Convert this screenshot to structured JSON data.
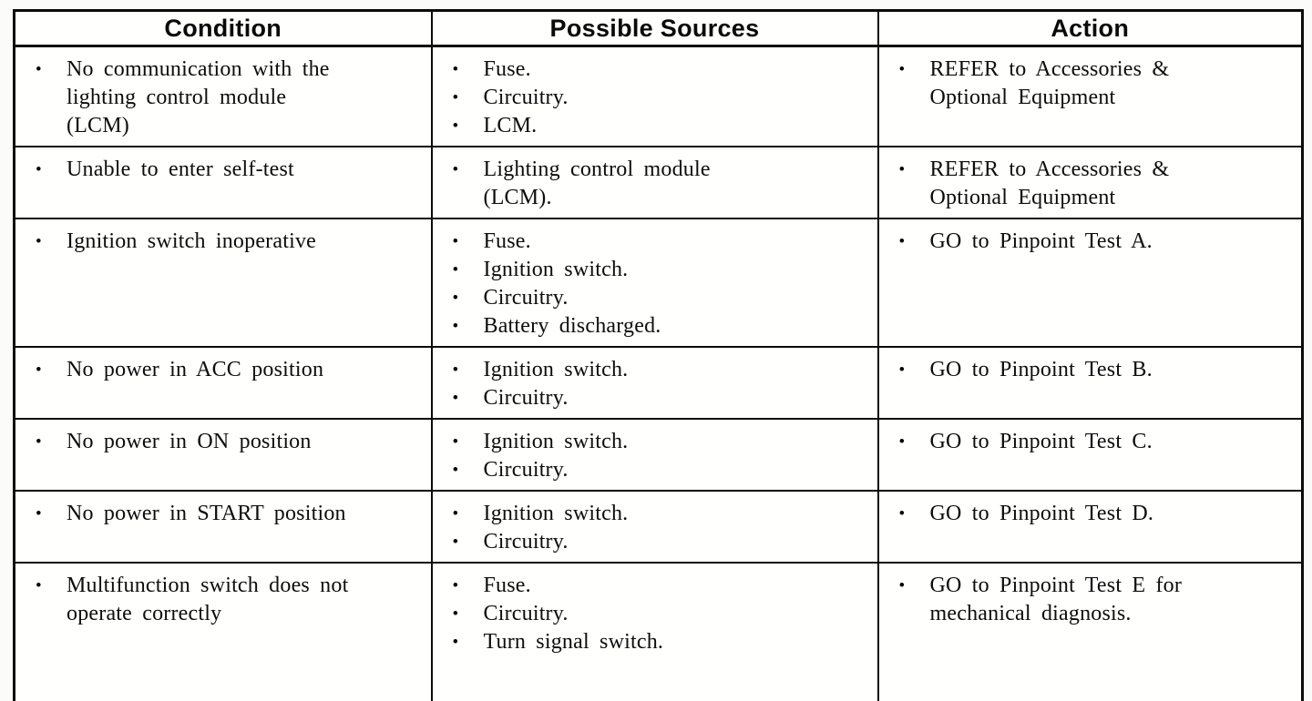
{
  "table": {
    "headers": [
      "Condition",
      "Possible Sources",
      "Action"
    ],
    "rows": [
      {
        "condition": [
          "No communication with the\nlighting control module\n(LCM)"
        ],
        "sources": [
          "Fuse.",
          "Circuitry.",
          "LCM."
        ],
        "action": [
          "REFER to Accessories &\nOptional Equipment"
        ]
      },
      {
        "condition": [
          "Unable to enter self-test"
        ],
        "sources": [
          "Lighting control module\n(LCM)."
        ],
        "action": [
          "REFER to Accessories &\nOptional Equipment"
        ]
      },
      {
        "condition": [
          "Ignition switch inoperative"
        ],
        "sources": [
          "Fuse.",
          "Ignition switch.",
          "Circuitry.",
          "Battery discharged."
        ],
        "action": [
          "GO to Pinpoint Test A."
        ]
      },
      {
        "condition": [
          "No power in ACC position"
        ],
        "sources": [
          "Ignition switch.",
          "Circuitry."
        ],
        "action": [
          "GO to Pinpoint Test B."
        ]
      },
      {
        "condition": [
          "No power in ON position"
        ],
        "sources": [
          "Ignition switch.",
          "Circuitry."
        ],
        "action": [
          "GO to Pinpoint Test C."
        ]
      },
      {
        "condition": [
          "No power in START position"
        ],
        "sources": [
          "Ignition switch.",
          "Circuitry."
        ],
        "action": [
          "GO to Pinpoint Test D."
        ]
      },
      {
        "condition": [
          "Multifunction switch does not\noperate correctly"
        ],
        "sources": [
          "Fuse.",
          "Circuitry.",
          "Turn signal switch."
        ],
        "action": [
          "GO to Pinpoint Test E for\nmechanical diagnosis."
        ]
      }
    ]
  },
  "bullet_glyph": "•"
}
